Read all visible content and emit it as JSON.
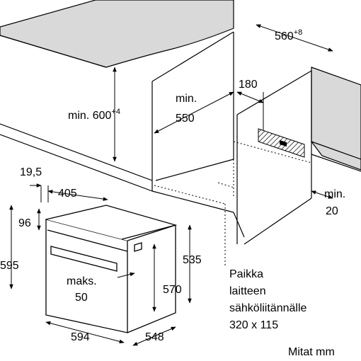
{
  "dimensions": {
    "cabinet_depth": "560",
    "cabinet_depth_tol": "+8",
    "min_label_1": "min.",
    "min_height": "600",
    "min_height_tol": "+4",
    "niche_min": "550",
    "vent_gap": "180",
    "back_gap": "20",
    "front_offset": "19,5",
    "panel_depth": "405",
    "top_gap": "96",
    "total_height": "595",
    "body_height": "535",
    "door_max_label": "maks.",
    "door_max": "50",
    "body_depth": "570",
    "width": "594",
    "depth": "548"
  },
  "note": {
    "line1": "Paikka",
    "line2": "laitteen",
    "line3": "sähköliitännälle",
    "line4": "320 x 115"
  },
  "units_label": "Mitat mm",
  "colors": {
    "countertop_fill": "#d9d9d9",
    "line": "#000000"
  }
}
